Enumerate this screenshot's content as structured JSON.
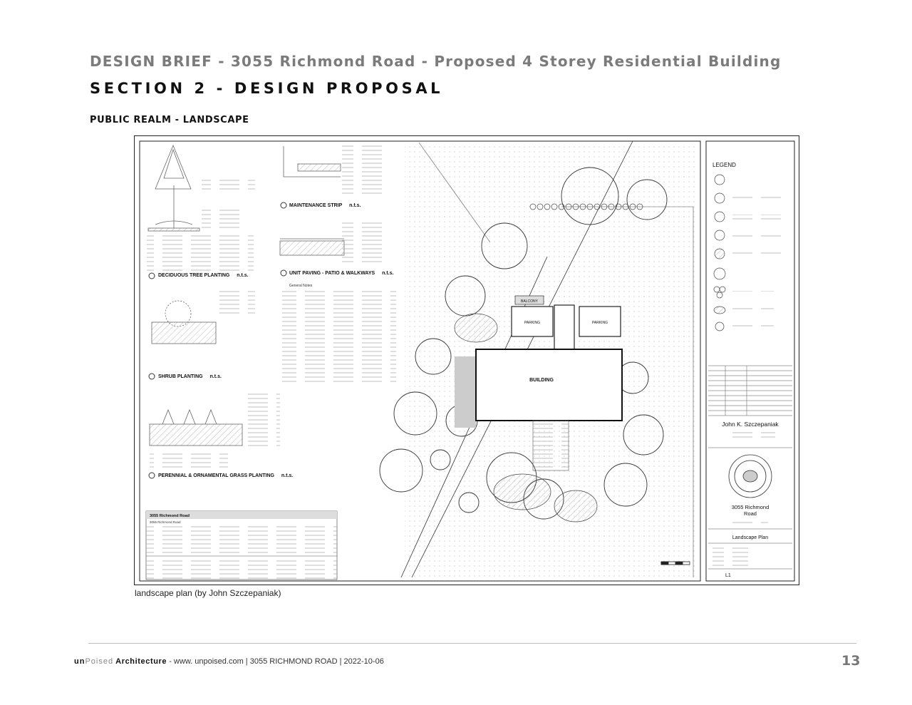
{
  "header": {
    "brief": "DESIGN BRIEF - 3055 Richmond Road  - Proposed 4 Storey Residential Building",
    "section": "SECTION 2 - DESIGN PROPOSAL",
    "subsection": "PUBLIC REALM - LANDSCAPE"
  },
  "drawing": {
    "details": {
      "deciduous": "DECIDUOUS TREE PLANTING",
      "maintenance": "MAINTENANCE STRIP",
      "unit_paving": "UNIT PAVING - PATIO & WALKWAYS",
      "shrub": "SHRUB PLANTING",
      "perennial": "PERENNIAL & ORNAMENTAL GRASS PLANTING",
      "nts": "n.t.s."
    },
    "notes_title": "General Notes",
    "plant_list": {
      "title": "3055 Richmond Road",
      "subtitle": "3055 Richmond Road"
    },
    "site": {
      "building": "BUILDING",
      "balcony": "BALCONY",
      "parking": "PARKING"
    },
    "legend_title": "LEGEND",
    "title_block": {
      "designer": "John K. Szczepaniak",
      "project_line1": "3055 Richmond",
      "project_line2": "Road",
      "sheet_title": "Landscape Plan",
      "sheet_number": "L1"
    }
  },
  "caption": "landscape plan (by John Szczepaniak)",
  "footer": {
    "brand_un": "un",
    "brand_poised": "Poised",
    "brand_arch": "Architecture",
    "rest": " - www. unpoised.com | 3055 RICHMOND ROAD | 2022-10-06",
    "page": "13"
  }
}
